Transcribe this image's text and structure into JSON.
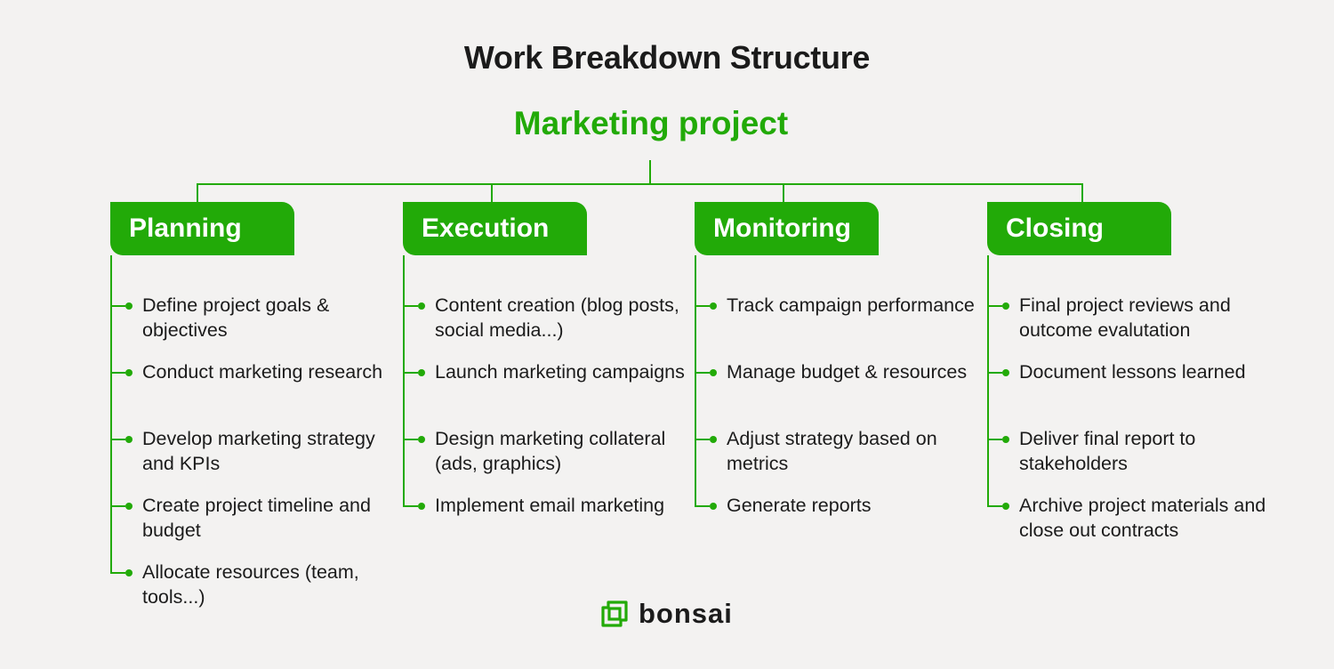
{
  "title": "Work Breakdown Structure",
  "root": "Marketing project",
  "colors": {
    "accent": "#22aa08",
    "background": "#f3f2f1",
    "text": "#1b1b1b"
  },
  "phases": [
    {
      "label": "Planning",
      "items": [
        "Define project goals & objectives",
        "Conduct marketing research",
        "Develop marketing strategy and KPIs",
        "Create project timeline and budget",
        "Allocate resources (team, tools...)"
      ]
    },
    {
      "label": "Execution",
      "items": [
        "Content creation (blog posts, social media...)",
        "Launch marketing campaigns",
        "Design marketing collateral (ads, graphics)",
        "Implement email marketing"
      ]
    },
    {
      "label": "Monitoring",
      "items": [
        "Track campaign performance",
        "Manage budget & resources",
        "Adjust strategy based on metrics",
        "Generate reports"
      ]
    },
    {
      "label": "Closing",
      "items": [
        "Final project reviews and outcome evalutation",
        "Document lessons learned",
        "Deliver final report to stakeholders",
        "Archive project materials and close out contracts"
      ]
    }
  ],
  "logo": {
    "icon": "bonsai-logo-icon",
    "text": "bonsai"
  }
}
